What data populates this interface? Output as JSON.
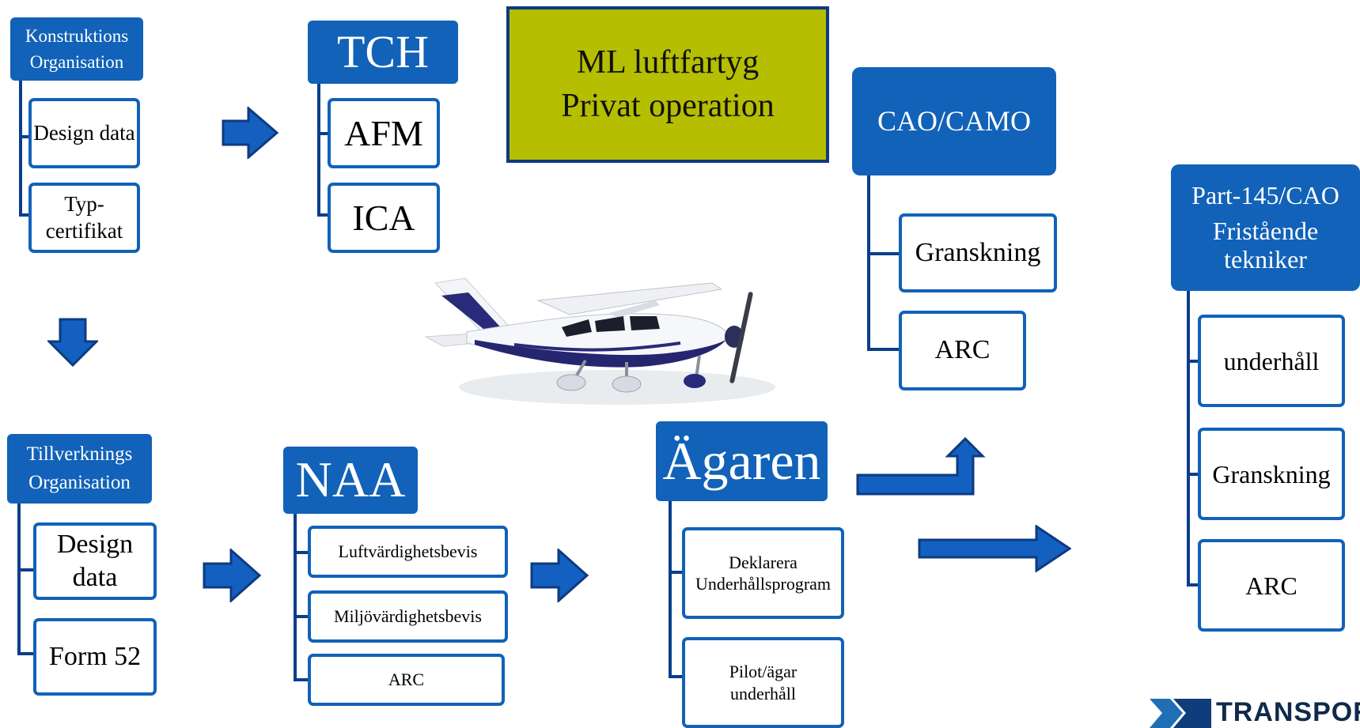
{
  "construction": {
    "header": "Konstruktions Organisation",
    "items": [
      "Design data",
      "Typ-certifikat"
    ]
  },
  "tch": {
    "header": "TCH",
    "items": [
      "AFM",
      "ICA"
    ]
  },
  "ml_box": {
    "line1": "ML luftfartyg",
    "line2": "Privat operation"
  },
  "cao_camo": {
    "header": "CAO/CAMO",
    "items": [
      "Granskning",
      "ARC"
    ]
  },
  "part145": {
    "header_line1": "Part-145/CAO",
    "header_line2": "Fristående tekniker",
    "items": [
      "underhåll",
      "Granskning",
      "ARC"
    ]
  },
  "manufacturing": {
    "header": "Tillverknings Organisation",
    "items": [
      "Design data",
      "Form 52"
    ]
  },
  "naa": {
    "header": "NAA",
    "items": [
      "Luftvärdighetsbevis",
      "Miljövärdighetsbevis",
      "ARC"
    ]
  },
  "owner": {
    "header": "Ägaren",
    "items": [
      "Deklarera Underhållsprogram",
      "Pilot/ägar underhåll"
    ]
  },
  "logo": {
    "text": "TRANSPOR"
  },
  "colors": {
    "header_blue": "#1162b8",
    "arrow_blue": "#1360c0",
    "arrow_dark": "#0e3a80",
    "ml_green": "#b5be00"
  }
}
